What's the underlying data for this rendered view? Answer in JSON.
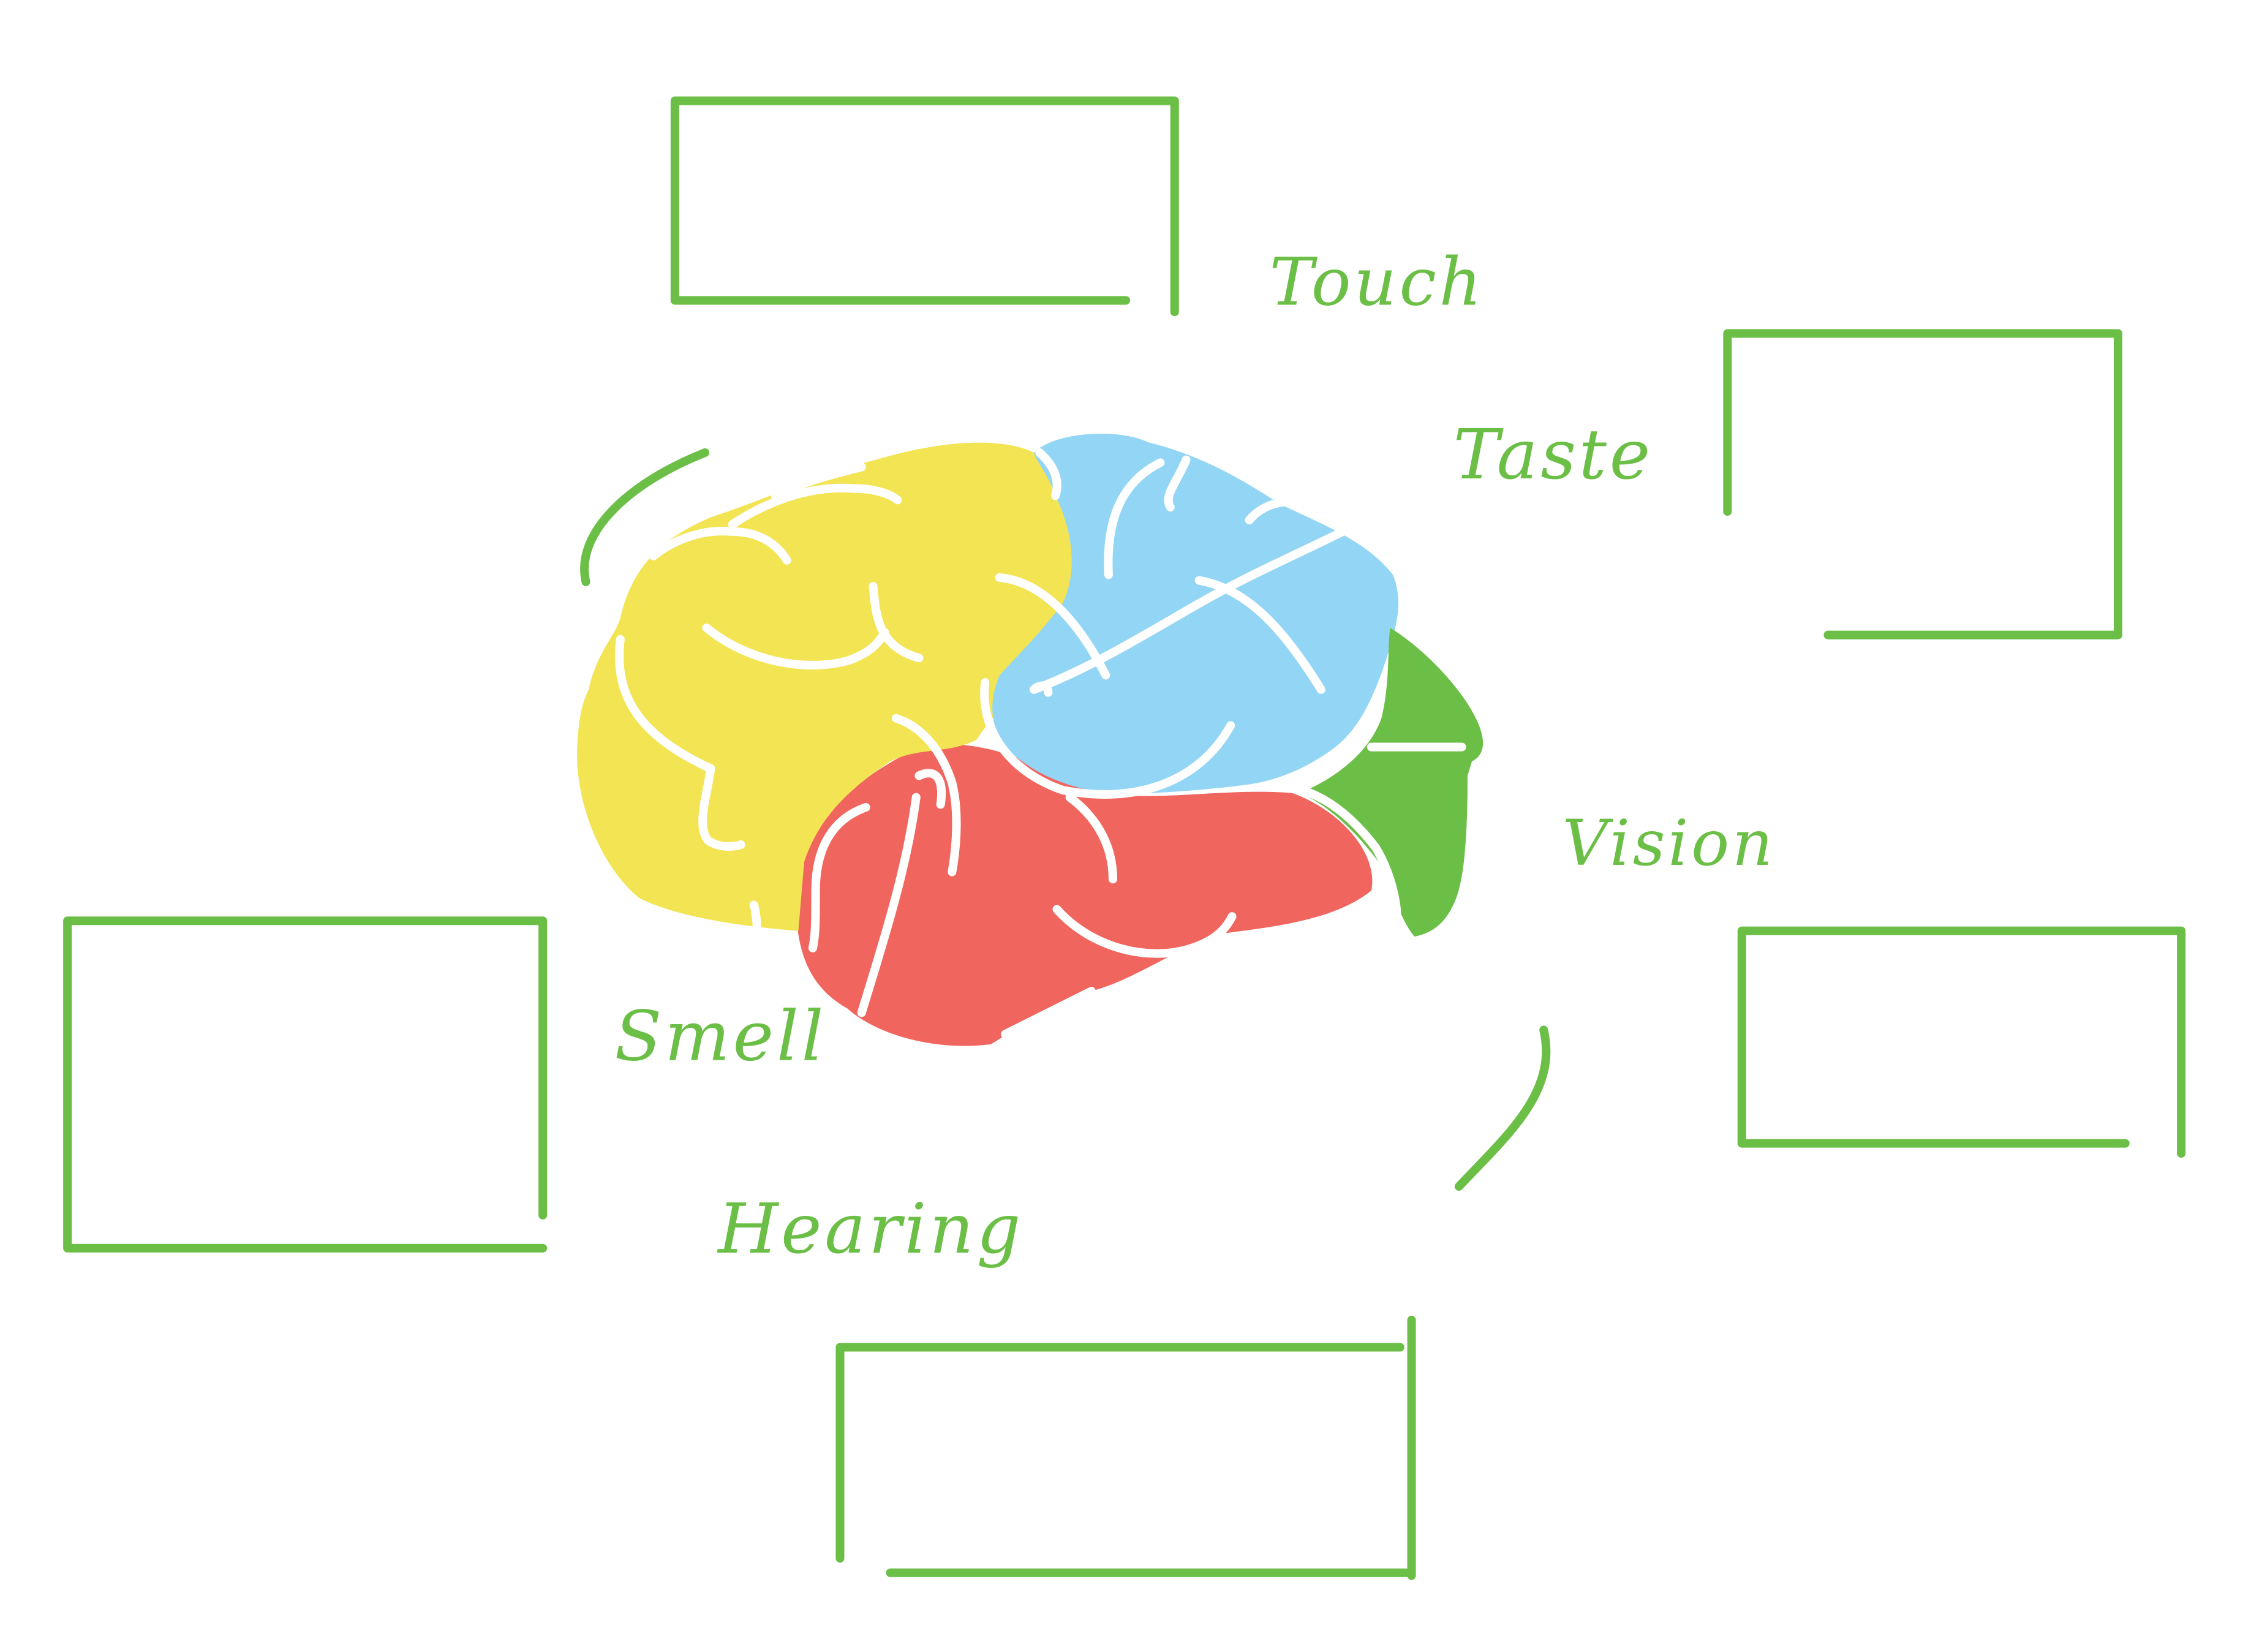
{
  "labels": {
    "touch": "Touch",
    "taste": "Taste",
    "vision": "Vision",
    "smell": "Smell",
    "hearing": "Hearing"
  },
  "answer_boxes": [
    {
      "name": "answer-box-top",
      "value": ""
    },
    {
      "name": "answer-box-right-upper",
      "value": ""
    },
    {
      "name": "answer-box-right-lower",
      "value": ""
    },
    {
      "name": "answer-box-left",
      "value": ""
    },
    {
      "name": "answer-box-bottom",
      "value": ""
    }
  ],
  "colors": {
    "line_green": "#6cbf46",
    "lobe_yellow": "#f2e453",
    "lobe_blue": "#93d5f4",
    "lobe_red": "#f0655e",
    "lobe_green": "#6cbf46",
    "fold_white": "#ffffff"
  }
}
